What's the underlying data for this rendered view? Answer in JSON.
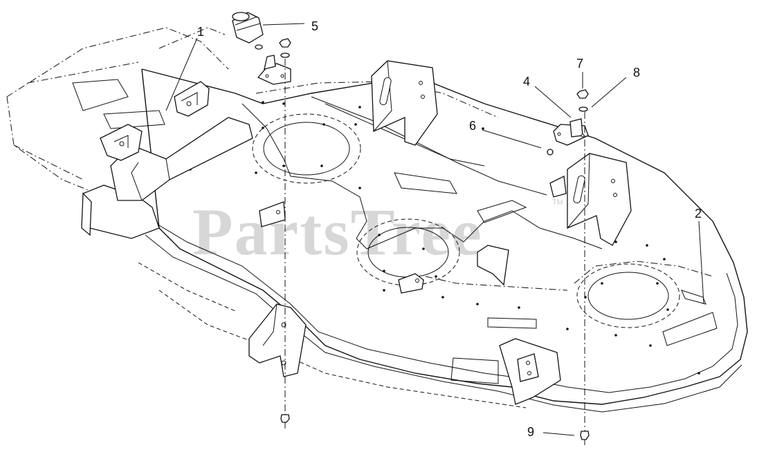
{
  "diagram": {
    "watermark": "PartsTree",
    "watermark_mark": "TM",
    "callouts": [
      {
        "id": "1",
        "label": "1"
      },
      {
        "id": "2",
        "label": "2"
      },
      {
        "id": "4",
        "label": "4"
      },
      {
        "id": "5",
        "label": "5"
      },
      {
        "id": "6",
        "label": "6"
      },
      {
        "id": "7",
        "label": "7"
      },
      {
        "id": "8",
        "label": "8"
      },
      {
        "id": "9",
        "label": "9"
      }
    ]
  }
}
